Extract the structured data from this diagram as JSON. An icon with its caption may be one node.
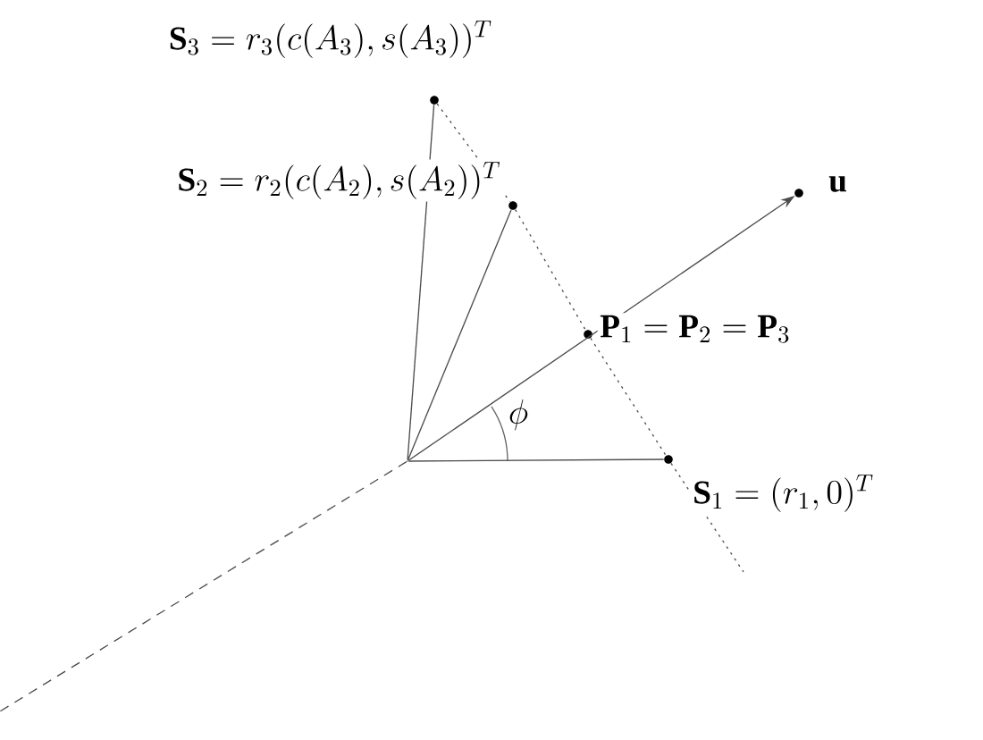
{
  "diagram": {
    "nodes": [
      {
        "text": [],
        "shape": "point"
      },
      {
        "text": [],
        "shape": "dot",
        "beside": [
          "\\mathbf{S}_1 = (r_1, 0)^T"
        ]
      },
      {
        "text": [],
        "shape": "dot",
        "beside": [
          "\\mathbf{S}_2 = r_2(c(A_2), s(A_2))^T"
        ]
      },
      {
        "text": [],
        "shape": "dot",
        "beside": [
          "\\mathbf{S}_3 = r_3(c(A_3), s(A_3))^T"
        ]
      },
      {
        "text": [],
        "shape": "dot",
        "beside": [
          "\\mathbf{P}_1 = \\mathbf{P}_2 = \\mathbf{P}_3"
        ]
      },
      {
        "text": [],
        "shape": "dot",
        "beside": [
          "\\mathbf{u}"
        ]
      }
    ],
    "edges": [
      {
        "from": 0,
        "to": 1,
        "arrow": "none"
      },
      {
        "from": 0,
        "to": 2,
        "arrow": "none"
      },
      {
        "from": 0,
        "to": 3,
        "arrow": "none"
      },
      {
        "from": 0,
        "to": 5,
        "arrow": "to"
      },
      {
        "from": 0,
        "to": null,
        "arrow": "none",
        "style": "dashed"
      },
      {
        "from": 3,
        "to": 2,
        "arrow": "none",
        "style": "dashed"
      },
      {
        "from": 2,
        "to": 4,
        "arrow": "none",
        "style": "dashed"
      },
      {
        "from": 4,
        "to": 1,
        "arrow": "none",
        "style": "dashed"
      },
      {
        "from": 1,
        "to": null,
        "arrow": "none",
        "style": "dashed"
      }
    ],
    "labels": [
      "\\phi"
    ]
  }
}
